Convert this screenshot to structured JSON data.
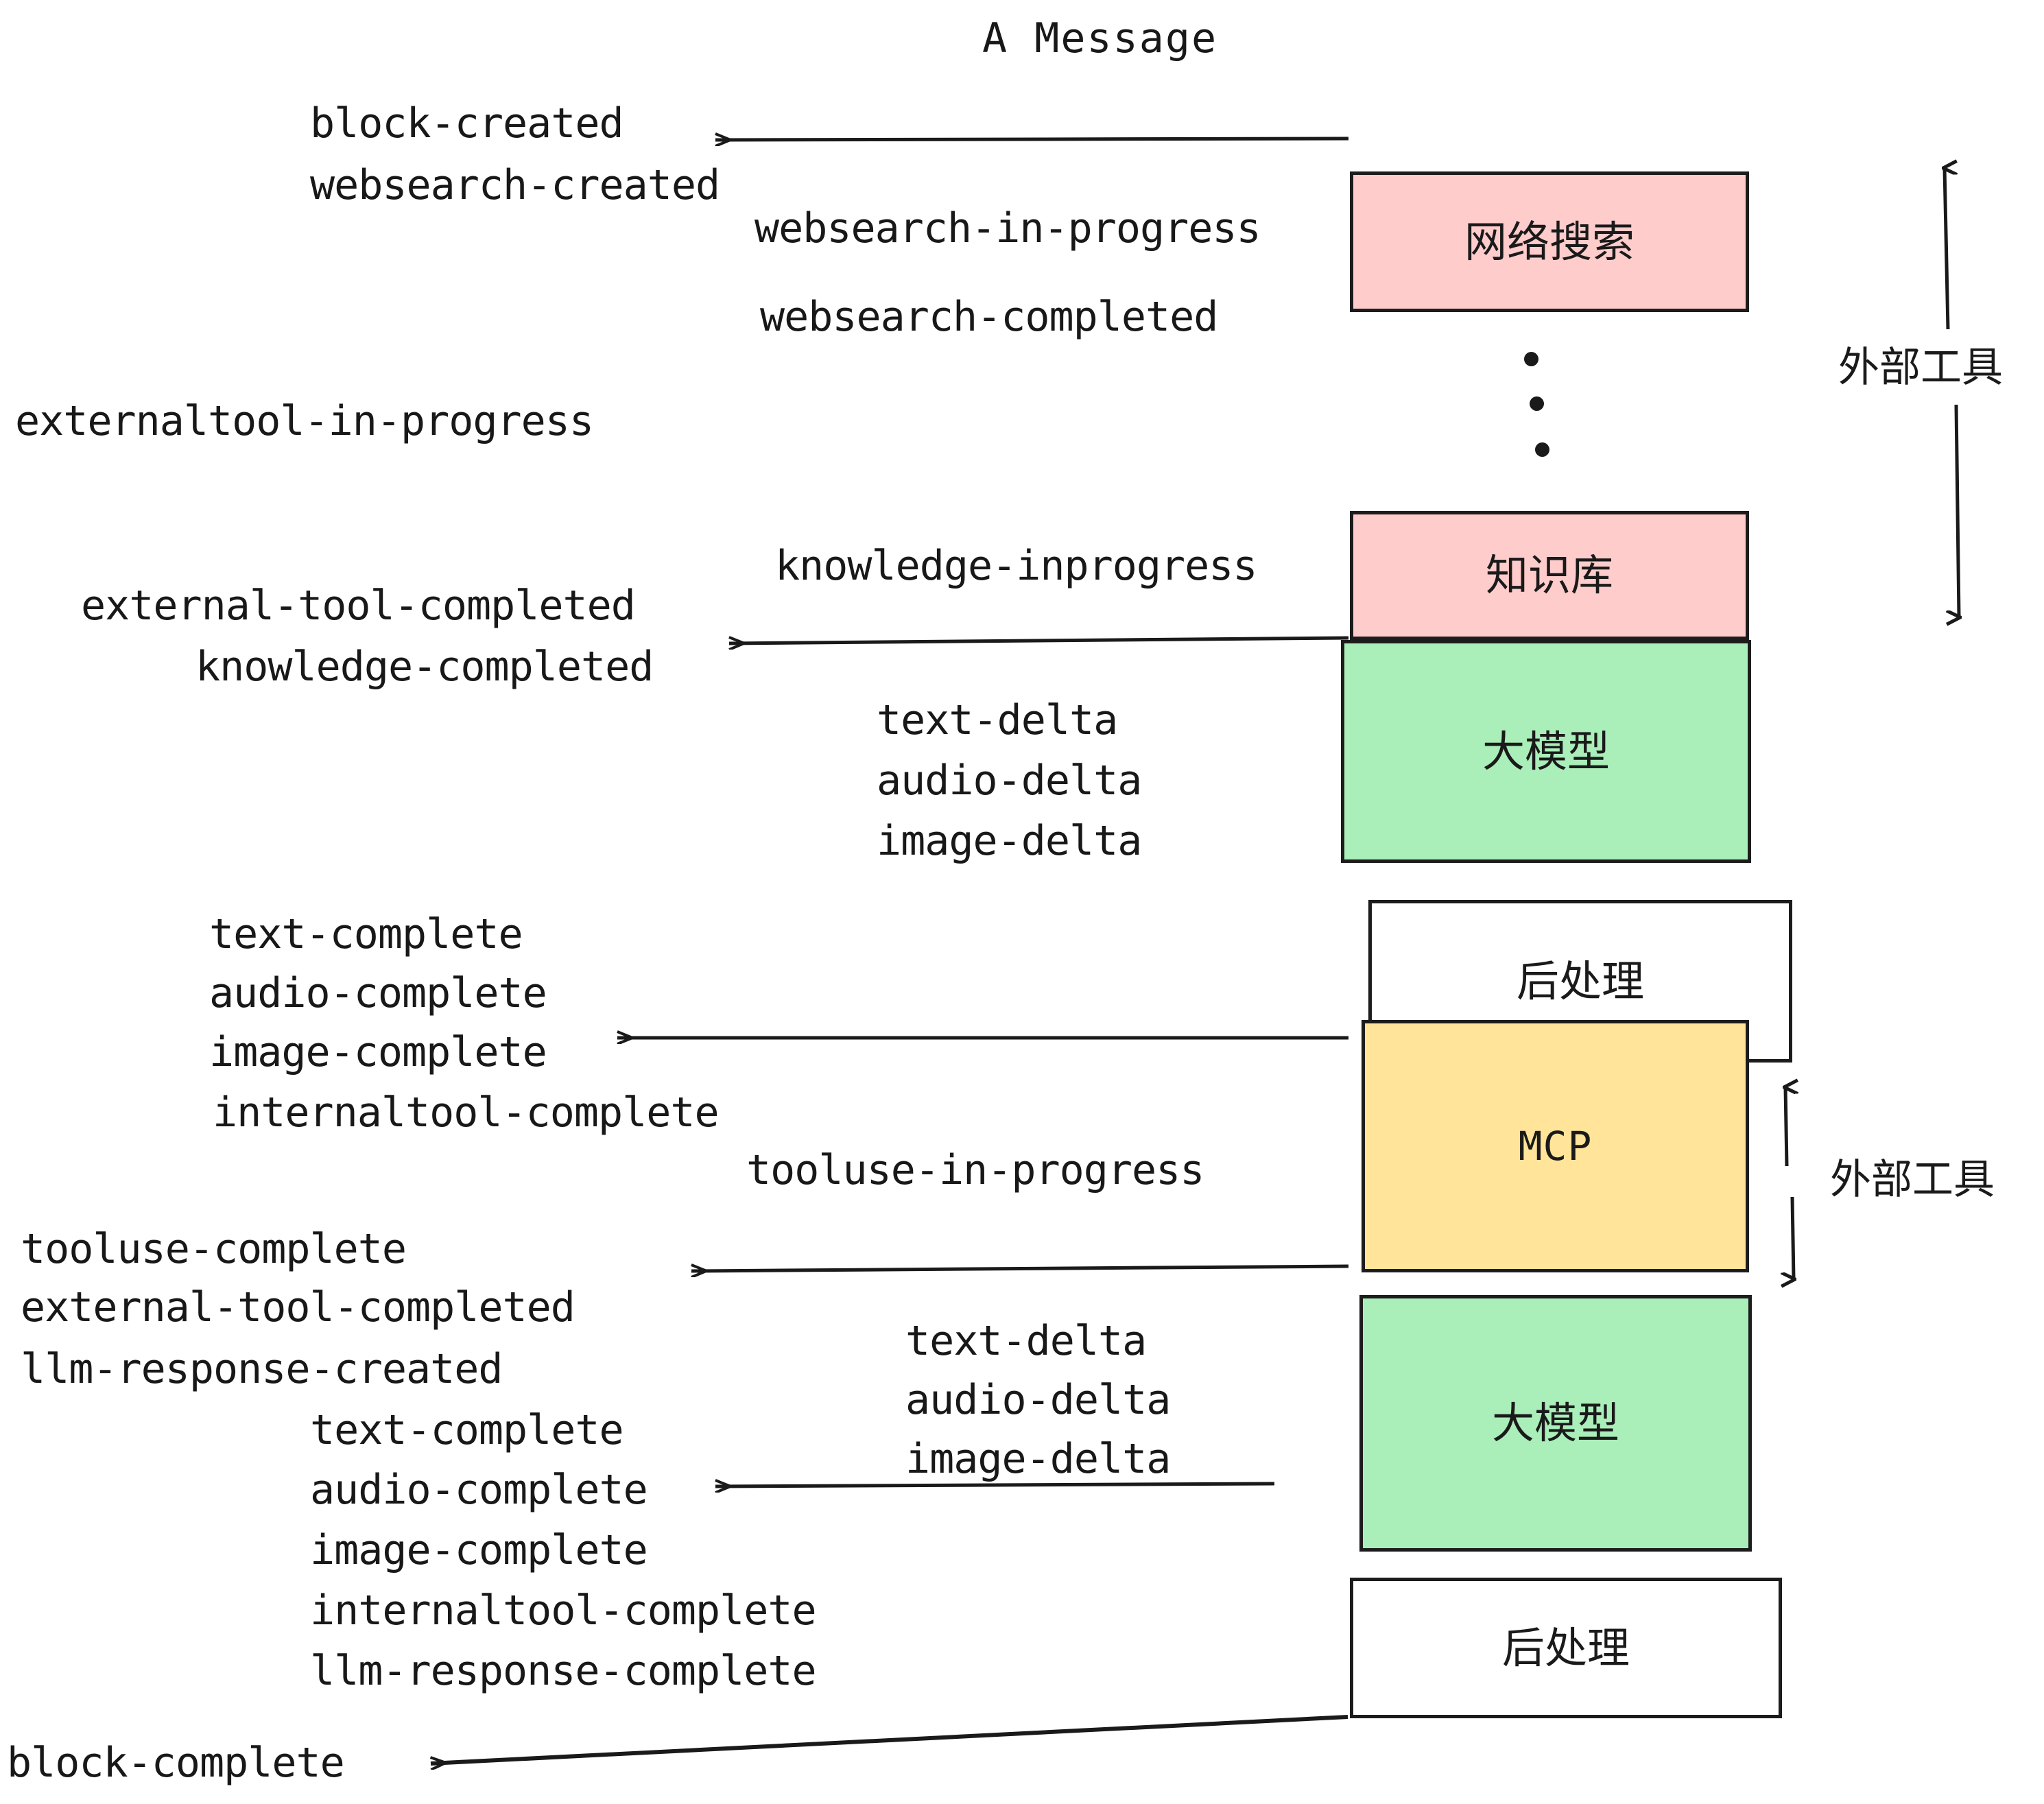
{
  "diagram": {
    "title": "A Message",
    "colors": {
      "external_tool_box": "#ffcccc",
      "llm_box": "#aaeeba",
      "mcp_box": "#ffe49a",
      "postprocess_box": "#ffffff",
      "stroke": "#1c1c1c",
      "background": "#ffffff"
    },
    "nodes": [
      {
        "id": "websearch",
        "label": "网络搜索",
        "kind": "external-tool"
      },
      {
        "id": "knowledge",
        "label": "知识库",
        "kind": "external-tool"
      },
      {
        "id": "llm1",
        "label": "大模型",
        "kind": "llm"
      },
      {
        "id": "post1",
        "label": "后处理",
        "kind": "postprocess"
      },
      {
        "id": "mcp",
        "label": "MCP",
        "kind": "mcp"
      },
      {
        "id": "llm2",
        "label": "大模型",
        "kind": "llm"
      },
      {
        "id": "post2",
        "label": "后处理",
        "kind": "postprocess"
      }
    ],
    "side_labels": [
      {
        "id": "external-tool-top",
        "label": "外部工具"
      },
      {
        "id": "external-tool-bottom",
        "label": "外部工具"
      }
    ],
    "ellipsis_dots": 3,
    "events": [
      {
        "id": "e01",
        "text": "block-created"
      },
      {
        "id": "e02",
        "text": "websearch-created"
      },
      {
        "id": "e03",
        "text": "websearch-in-progress"
      },
      {
        "id": "e04",
        "text": "websearch-completed"
      },
      {
        "id": "e05",
        "text": "externaltool-in-progress"
      },
      {
        "id": "e06",
        "text": "knowledge-inprogress"
      },
      {
        "id": "e07",
        "text": "external-tool-completed"
      },
      {
        "id": "e08",
        "text": "knowledge-completed"
      },
      {
        "id": "e09",
        "text": "text-delta"
      },
      {
        "id": "e10",
        "text": "audio-delta"
      },
      {
        "id": "e11",
        "text": "image-delta"
      },
      {
        "id": "e12",
        "text": "text-complete"
      },
      {
        "id": "e13",
        "text": "audio-complete"
      },
      {
        "id": "e14",
        "text": "image-complete"
      },
      {
        "id": "e15",
        "text": "internaltool-complete"
      },
      {
        "id": "e16",
        "text": "tooluse-in-progress"
      },
      {
        "id": "e17",
        "text": "tooluse-complete"
      },
      {
        "id": "e18",
        "text": "external-tool-completed"
      },
      {
        "id": "e19",
        "text": "llm-response-created"
      },
      {
        "id": "e20",
        "text": "text-complete"
      },
      {
        "id": "e21",
        "text": "audio-complete"
      },
      {
        "id": "e22",
        "text": "image-complete"
      },
      {
        "id": "e23",
        "text": "internaltool-complete"
      },
      {
        "id": "e24",
        "text": "llm-response-complete"
      },
      {
        "id": "e25",
        "text": "block-complete"
      }
    ]
  }
}
